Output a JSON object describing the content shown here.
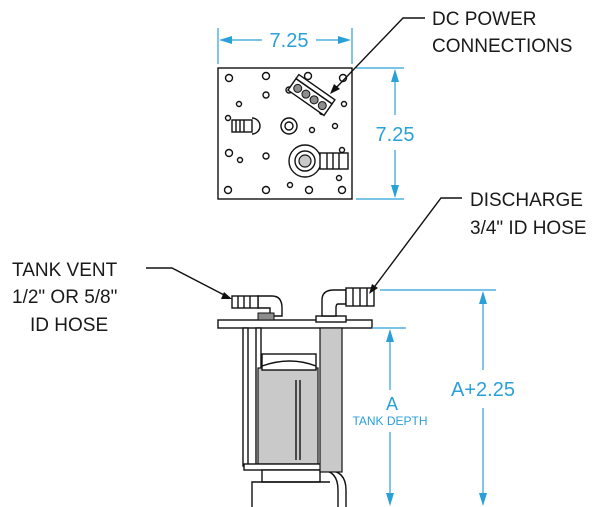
{
  "labels": {
    "dc_power_line1": "DC POWER",
    "dc_power_line2": "CONNECTIONS",
    "discharge_line1": "DISCHARGE",
    "discharge_line2": "3/4\" ID HOSE",
    "tank_vent_line1": "TANK VENT",
    "tank_vent_line2": "1/2\" OR 5/8\"",
    "tank_vent_line3": "ID HOSE"
  },
  "dimensions": {
    "plate_width": "7.25",
    "plate_height": "7.25",
    "depth_a": "A",
    "depth_a_caption": "TANK DEPTH",
    "overall": "A+2.25"
  },
  "colors": {
    "dimension": "#2aa0d8",
    "line": "#111111",
    "shade": "#c9c9c9"
  }
}
